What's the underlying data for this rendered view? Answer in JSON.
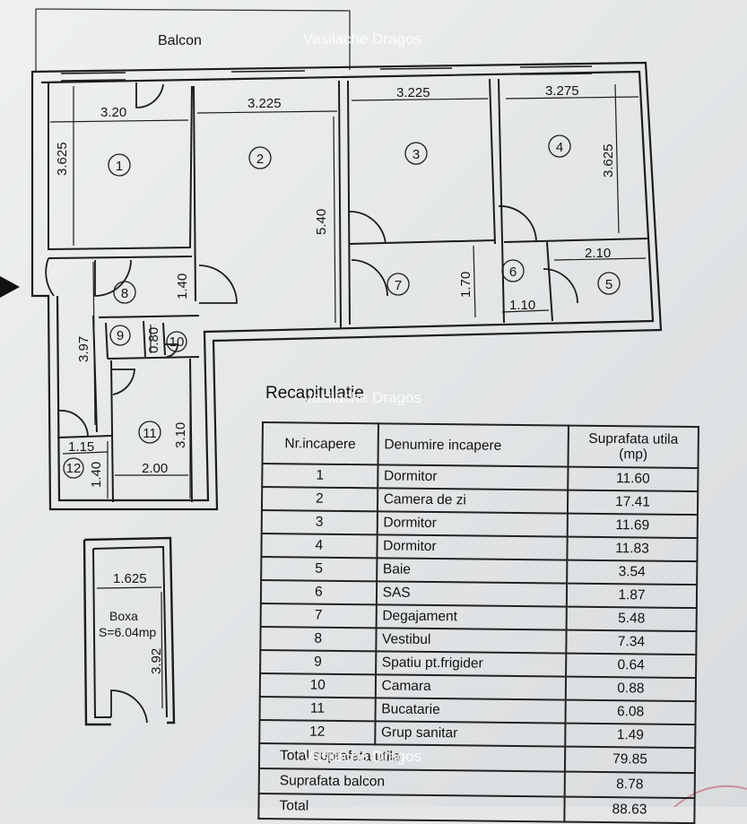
{
  "plan": {
    "balcony_label": "Balcon",
    "dimensions": {
      "r1_width": "3.20",
      "r1_height": "3.625",
      "r2_width": "3.225",
      "r2_height": "5.40",
      "r3_width": "3.225",
      "r4_width": "3.275",
      "r4_height": "3.625",
      "r5_width": "2.10",
      "r6_height": "1.70",
      "r6_width": "1.10",
      "r8_door": "1.40",
      "r8_height": "3.97",
      "r10_width": "0.80",
      "r11_height": "3.10",
      "r11_width": "2.00",
      "r12_width": "1.15",
      "r12_height": "1.40"
    },
    "room_numbers": [
      "1",
      "2",
      "3",
      "4",
      "5",
      "6",
      "7",
      "8",
      "9",
      "10",
      "11",
      "12"
    ]
  },
  "storage": {
    "title": "Boxa",
    "area": "S=6.04mp",
    "width": "1.625",
    "height": "3.92"
  },
  "watermark": "Vasilache Dragos",
  "recap": {
    "title": "Recapitulatie",
    "headers": {
      "nr": "Nr.incapere",
      "name": "Denumire incapere",
      "area_line1": "Suprafata utila",
      "area_line2": "(mp)"
    },
    "rows": [
      {
        "nr": "1",
        "name": "Dormitor",
        "area": "11.60"
      },
      {
        "nr": "2",
        "name": "Camera de zi",
        "area": "17.41"
      },
      {
        "nr": "3",
        "name": "Dormitor",
        "area": "11.69"
      },
      {
        "nr": "4",
        "name": "Dormitor",
        "area": "11.83"
      },
      {
        "nr": "5",
        "name": "Baie",
        "area": "3.54"
      },
      {
        "nr": "6",
        "name": "SAS",
        "area": "1.87"
      },
      {
        "nr": "7",
        "name": "Degajament",
        "area": "5.48"
      },
      {
        "nr": "8",
        "name": "Vestibul",
        "area": "7.34"
      },
      {
        "nr": "9",
        "name": "Spatiu pt.frigider",
        "area": "0.64"
      },
      {
        "nr": "10",
        "name": "Camara",
        "area": "0.88"
      },
      {
        "nr": "11",
        "name": "Bucatarie",
        "area": "6.08"
      },
      {
        "nr": "12",
        "name": "Grup sanitar",
        "area": "1.49"
      }
    ],
    "totals": [
      {
        "label": "Total suprafata utila",
        "value": "79.85"
      },
      {
        "label": "Suprafata balcon",
        "value": "8.78"
      },
      {
        "label": "Total",
        "value": "88.63"
      }
    ]
  }
}
